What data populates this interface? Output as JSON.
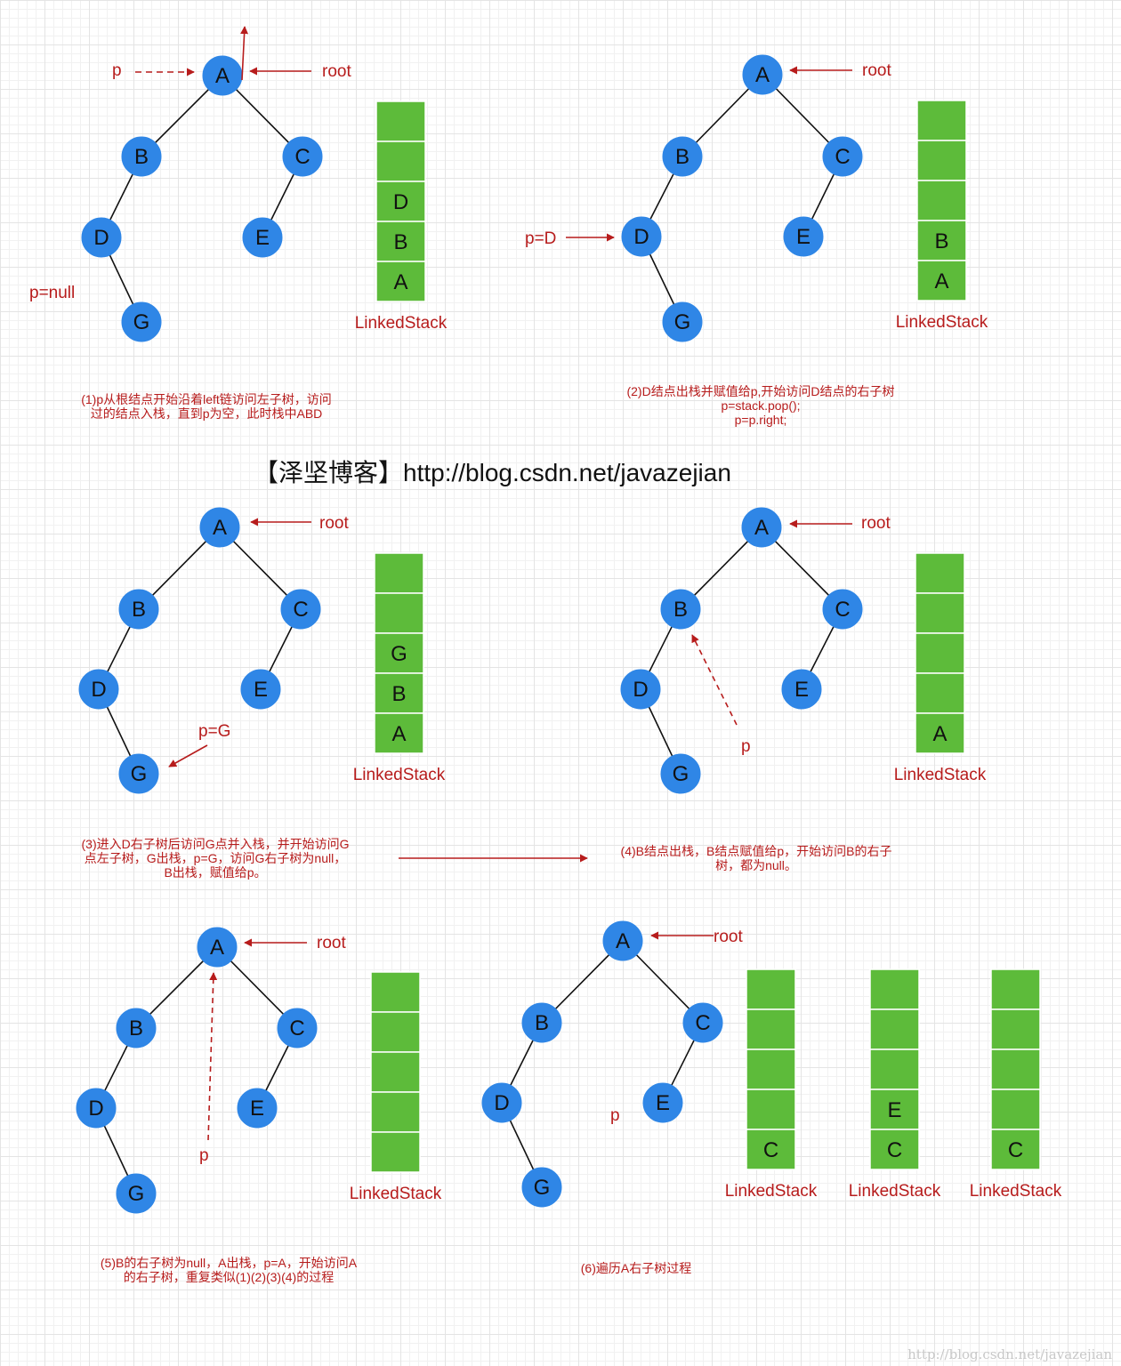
{
  "banner": "【泽坚博客】http://blog.csdn.net/javazejian",
  "watermark": "http://blog.csdn.net/javazejian",
  "colors": {
    "node": "#2f86e6",
    "stack": "#5dbb3a",
    "accent": "#b71c1c",
    "edge": "#111111"
  },
  "tree": {
    "nodes": [
      "A",
      "B",
      "C",
      "D",
      "E",
      "G"
    ],
    "edges": [
      [
        "A",
        "B"
      ],
      [
        "A",
        "C"
      ],
      [
        "B",
        "D"
      ],
      [
        "C",
        "E"
      ],
      [
        "D",
        "G"
      ]
    ]
  },
  "stack_label": "LinkedStack",
  "panels": [
    {
      "id": 1,
      "stack": [
        "",
        "",
        "D",
        "B",
        "A"
      ],
      "labels": {
        "root": "root",
        "p": "p",
        "pnull": "p=null"
      },
      "caption": [
        "(1)p从根结点开始沿着left链访问左子树，访问",
        "过的结点入栈，直到p为空，此时栈中ABD"
      ]
    },
    {
      "id": 2,
      "stack": [
        "",
        "",
        "",
        "B",
        "A"
      ],
      "labels": {
        "root": "root",
        "p": "p=D"
      },
      "caption": [
        "(2)D结点出栈并赋值给p,开始访问D结点的右子树",
        "p=stack.pop();",
        "p=p.right;"
      ]
    },
    {
      "id": 3,
      "stack": [
        "",
        "",
        "G",
        "B",
        "A"
      ],
      "labels": {
        "root": "root",
        "p": "p=G"
      },
      "caption": [
        "(3)进入D右子树后访问G点并入栈，并开始访问G",
        "点左子树，G出栈，p=G，访问G右子树为null，",
        "B出栈，赋值给p。"
      ]
    },
    {
      "id": 4,
      "stack": [
        "",
        "",
        "",
        "",
        "A"
      ],
      "labels": {
        "root": "root",
        "p": "p"
      },
      "caption": [
        "(4)B结点出栈，B结点赋值给p，开始访问B的右子",
        "树，都为null。"
      ]
    },
    {
      "id": 5,
      "stack": [
        "",
        "",
        "",
        "",
        ""
      ],
      "labels": {
        "root": "root",
        "p": "p"
      },
      "caption": [
        "(5)B的右子树为null，A出栈，p=A，开始访问A",
        "的右子树，重复类似(1)(2)(3)(4)的过程"
      ]
    },
    {
      "id": 6,
      "stacks": [
        [
          "",
          "",
          "",
          "",
          "C"
        ],
        [
          "",
          "",
          "",
          "E",
          "C"
        ],
        [
          "",
          "",
          "",
          "",
          "C"
        ]
      ],
      "labels": {
        "root": "root",
        "p": "p"
      },
      "caption": [
        "(6)遍历A右子树过程"
      ]
    }
  ]
}
